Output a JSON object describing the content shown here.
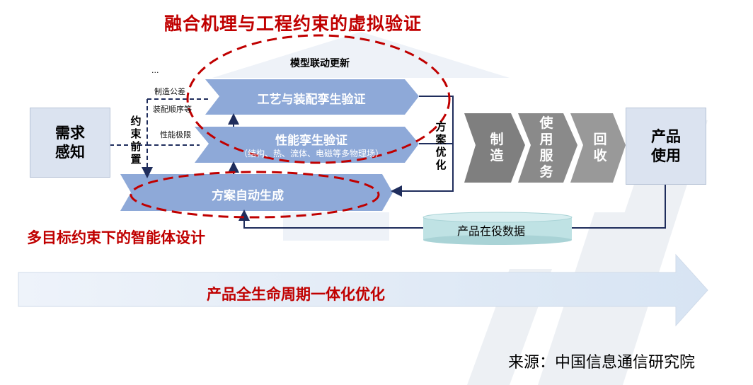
{
  "title_top": "融合机理与工程约束的虚拟验证",
  "title_bottom": "多目标约束下的智能体设计",
  "model_linkage": "模型联动更新",
  "need": "需求感知",
  "constraint_front": "约束前置",
  "constraint_items": [
    "...",
    "制造公差",
    "装配顺序等",
    "性能极限"
  ],
  "process_verify": "工艺与装配孪生验证",
  "performance_verify": "性能孪生验证",
  "performance_sub": "（结构、热、流体、电磁等多物理场）",
  "auto_generate": "方案自动生成",
  "scheme_opt": "方案优化",
  "stages": [
    "制造",
    "使用服务",
    "回收"
  ],
  "product_use": "产品使用",
  "in_service_data": "产品在役数据",
  "lifecycle": "产品全生命周期一体化优化",
  "source": "来源：中国信息通信研究院",
  "colors": {
    "accent_red": "#c00000",
    "band_blue": "#8ea9d8",
    "stage_gray": "#7f7f7f",
    "box_fill": "#dbe3f0",
    "navy_line": "#1f2d5c"
  }
}
